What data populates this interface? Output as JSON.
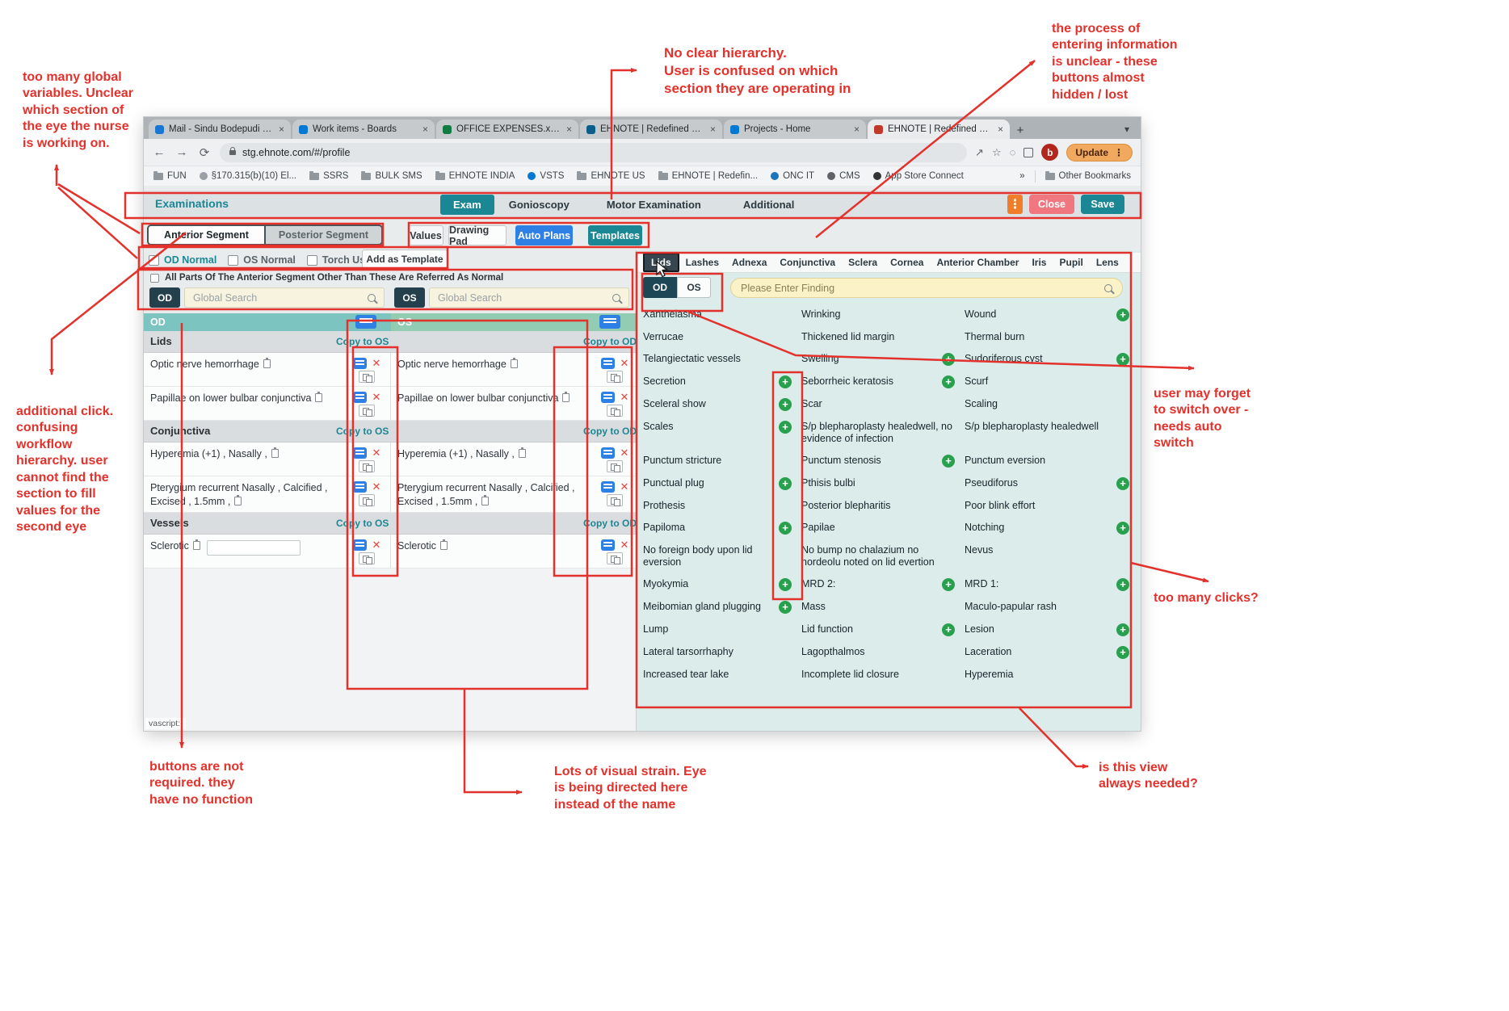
{
  "colors": {
    "accent_teal": "#1b8795",
    "accent_blue": "#2f80e4",
    "plus_green": "#28a04e",
    "delete_red": "#e8453c",
    "annotation_red": "#e3312b",
    "finding_search_bg": "#fbf2c8"
  },
  "icons": {
    "search": "magnifier-glyph",
    "add": "+",
    "delete": "x",
    "copy": "double-rect",
    "list": "bars",
    "folder": "folder-shape",
    "lock": "padlock",
    "more": "vertical-dots"
  },
  "annotations": {
    "top_left": "too many global\nvariables. Unclear\nwhich section of\nthe eye the nurse\nis working on.",
    "mid_left": "additional click.\nconfusing\nworkflow\nhierarchy. user\ncannot find the\nsection to fill\nvalues for the\nsecond eye",
    "top_center": "No clear hierarchy.\nUser is confused on which\nsection they are operating in",
    "top_right": "the process of\nentering information\nis unclear - these\nbuttons almost\nhidden / lost",
    "mid_right": "user may forget\nto switch over -\nneeds auto\nswitch",
    "too_many_clicks": "too many clicks?",
    "bottom_left": "buttons are not\nrequired. they\nhave no function",
    "bottom_center": "Lots of visual strain. Eye\nis being directed here\ninstead of the name",
    "bottom_right": "is this view\nalways needed?"
  },
  "browser": {
    "tabs": [
      {
        "title": "Mail - Sindu Bodepudi - Ou",
        "icon": "#1976d2",
        "active": false
      },
      {
        "title": "Work items - Boards",
        "icon": "#0078d4",
        "active": false
      },
      {
        "title": "OFFICE EXPENSES.xlsx",
        "icon": "#107c41",
        "active": false
      },
      {
        "title": "EHNOTE | Redefined Electr",
        "icon": "#0b5e8a",
        "active": false
      },
      {
        "title": "Projects - Home",
        "icon": "#0078d4",
        "active": false
      },
      {
        "title": "EHNOTE | Redefined Electr",
        "icon": "#c0392b",
        "active": true
      }
    ],
    "url": "stg.ehnote.com/#/profile",
    "avatar_letter": "b",
    "update_label": "Update",
    "bookmarks": [
      {
        "label": "FUN",
        "folder": true
      },
      {
        "label": "§170.315(b)(10) El...",
        "icon_color": "#9aa0a6"
      },
      {
        "label": "SSRS",
        "folder": true
      },
      {
        "label": "BULK SMS",
        "folder": true
      },
      {
        "label": "EHNOTE INDIA",
        "folder": true
      },
      {
        "label": "VSTS",
        "icon_color": "#0078d4"
      },
      {
        "label": "EHNOTE US",
        "folder": true
      },
      {
        "label": "EHNOTE | Redefin...",
        "folder": true
      },
      {
        "label": "ONC IT",
        "icon_color": "#1b75bb"
      },
      {
        "label": "CMS",
        "icon_color": "#5f6368"
      },
      {
        "label": "App Store Connect",
        "icon_color": "#333333"
      }
    ],
    "overflow_chevrons": "»",
    "other_bookmarks": "Other Bookmarks"
  },
  "app": {
    "title": "Examinations",
    "tabs": [
      {
        "label": "Exam",
        "active": true
      },
      {
        "label": "Gonioscopy",
        "active": false
      },
      {
        "label": "Motor Examination",
        "active": false
      },
      {
        "label": "Additional",
        "active": false
      }
    ],
    "close_label": "Close",
    "save_label": "Save",
    "segment_anterior": "Anterior Segment",
    "segment_posterior": "Posterior Segment",
    "tools": [
      "Values",
      "Drawing Pad",
      "Auto Plans",
      "Templates"
    ],
    "checkboxes": [
      {
        "label": "OD Normal",
        "accent": true
      },
      {
        "label": "OS Normal",
        "accent": false
      },
      {
        "label": "Torch Used",
        "accent": false
      }
    ],
    "add_as_template": "Add as Template",
    "normal_note": "All Parts Of The Anterior Segment Other Than These Are Referred As Normal",
    "od_label": "OD",
    "os_label": "OS",
    "global_search_placeholder": "Global Search",
    "status_link": "vascript::"
  },
  "panel_left": {
    "header_od": "OD",
    "header_os": "OS",
    "sections": [
      {
        "name": "Lids",
        "copy_os": "Copy to OS",
        "copy_od": "Copy to OD",
        "rows": [
          {
            "od": "Optic nerve hemorrhage",
            "os": "Optic nerve hemorrhage"
          },
          {
            "od": "Papillae on lower bulbar conjunctiva",
            "os": "Papillae on lower bulbar conjunctiva"
          }
        ]
      },
      {
        "name": "Conjunctiva",
        "copy_os": "Copy to OS",
        "copy_od": "Copy to OD",
        "rows": [
          {
            "od": "Hyperemia (+1) , Nasally ,",
            "os": "Hyperemia (+1) , Nasally ,"
          },
          {
            "od": "Pterygium recurrent Nasally , Calcified , Excised , 1.5mm ,",
            "os": "Pterygium recurrent Nasally , Calcified , Excised , 1.5mm ,"
          }
        ]
      },
      {
        "name": "Vessels",
        "copy_os": "Copy to OS",
        "copy_od": "Copy to OD",
        "rows": [
          {
            "od": "Sclerotic",
            "os": "Sclerotic",
            "od_input": true
          }
        ]
      }
    ]
  },
  "panel_right": {
    "tabs": [
      {
        "label": "Lids",
        "active": true
      },
      {
        "label": "Lashes",
        "active": false
      },
      {
        "label": "Adnexa",
        "active": false
      },
      {
        "label": "Conjunctiva",
        "active": false
      },
      {
        "label": "Sclera",
        "active": false
      },
      {
        "label": "Cornea",
        "active": false
      },
      {
        "label": "Anterior Chamber",
        "active": false
      },
      {
        "label": "Iris",
        "active": false
      },
      {
        "label": "Pupil",
        "active": false
      },
      {
        "label": "Lens",
        "active": false
      }
    ],
    "od_label": "OD",
    "os_label": "OS",
    "search_placeholder": "Please Enter Finding",
    "rows": [
      {
        "c1": {
          "t": "Xanthelasma"
        },
        "c2": {
          "t": "Wrinking"
        },
        "c3": {
          "t": "Wound",
          "p": true
        }
      },
      {
        "c1": {
          "t": "Verrucae"
        },
        "c2": {
          "t": "Thickened lid margin"
        },
        "c3": {
          "t": "Thermal burn"
        }
      },
      {
        "c1": {
          "t": "Telangiectatic vessels"
        },
        "c2": {
          "t": "Swelling",
          "p": true
        },
        "c3": {
          "t": "Sudoriferous cyst",
          "p": true
        }
      },
      {
        "c1": {
          "t": "Secretion",
          "p": true
        },
        "c2": {
          "t": "Seborrheic keratosis",
          "p": true
        },
        "c3": {
          "t": "Scurf"
        }
      },
      {
        "c1": {
          "t": "Sceleral show",
          "p": true
        },
        "c2": {
          "t": "Scar"
        },
        "c3": {
          "t": "Scaling"
        }
      },
      {
        "c1": {
          "t": "Scales",
          "p": true
        },
        "c2": {
          "t": "S/p blepharoplasty healedwell, no evidence of infection"
        },
        "c3": {
          "t": "S/p blepharoplasty healedwell"
        }
      },
      {
        "c1": {
          "t": "Punctum stricture"
        },
        "c2": {
          "t": "Punctum stenosis",
          "p": true
        },
        "c3": {
          "t": "Punctum eversion"
        }
      },
      {
        "c1": {
          "t": "Punctual plug",
          "p": true
        },
        "c2": {
          "t": "Pthisis bulbi"
        },
        "c3": {
          "t": "Pseudiforus",
          "p": true
        }
      },
      {
        "c1": {
          "t": "Prothesis"
        },
        "c2": {
          "t": "Posterior blepharitis"
        },
        "c3": {
          "t": "Poor blink effort"
        }
      },
      {
        "c1": {
          "t": "Papiloma",
          "p": true
        },
        "c2": {
          "t": "Papilae"
        },
        "c3": {
          "t": "Notching",
          "p": true
        }
      },
      {
        "c1": {
          "t": "No foreign body upon lid eversion"
        },
        "c2": {
          "t": "No bump no chalazium no hordeolu noted on lid evertion"
        },
        "c3": {
          "t": "Nevus"
        }
      },
      {
        "c1": {
          "t": "Myokymia",
          "p": true
        },
        "c2": {
          "t": "MRD 2:",
          "p": true
        },
        "c3": {
          "t": "MRD 1:",
          "p": true
        }
      },
      {
        "c1": {
          "t": "Meibomian gland plugging",
          "p": true
        },
        "c2": {
          "t": "Mass"
        },
        "c3": {
          "t": "Maculo-papular rash"
        }
      },
      {
        "c1": {
          "t": "Lump"
        },
        "c2": {
          "t": "Lid function",
          "p": true
        },
        "c3": {
          "t": "Lesion",
          "p": true
        }
      },
      {
        "c1": {
          "t": "Lateral tarsorrhaphy"
        },
        "c2": {
          "t": "Lagopthalmos"
        },
        "c3": {
          "t": "Laceration",
          "p": true
        }
      },
      {
        "c1": {
          "t": "Increased tear lake"
        },
        "c2": {
          "t": "Incomplete lid closure"
        },
        "c3": {
          "t": "Hyperemia"
        }
      }
    ]
  }
}
